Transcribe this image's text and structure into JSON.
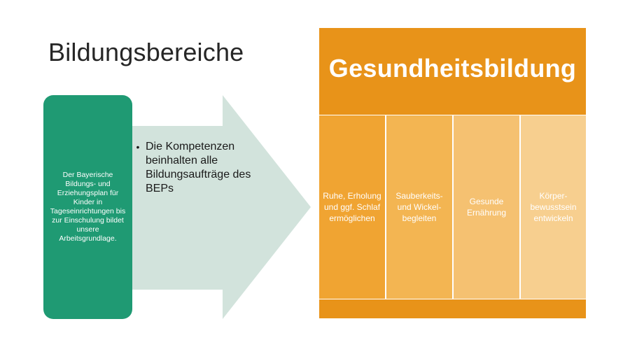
{
  "slide": {
    "title": "Bildungsbereiche",
    "green_box_text": "Der Bayerische Bildungs- und Erziehungsplan für Kinder in Tageseinrichtungen bis zur Einschulung bildet unsere Arbeitsgrundlage.",
    "bullet_text": "Die Kompetenzen beinhalten alle Bildungsaufträge des BEPs"
  },
  "panel": {
    "title": "Gesundheitsbildung",
    "columns": [
      "Ruhe, Erholung und ggf. Schlaf ermöglichen",
      "Sauberkeits- und Wickel-begleiten",
      "Gesunde Ernährung",
      "Körper-bewusstsein entwickeln"
    ]
  },
  "colors": {
    "green": "#1f9a73",
    "arrow": "#d2e3dc",
    "orange_dark": "#e89319",
    "orange_1": "#f0a432",
    "orange_2": "#f3b552",
    "orange_3": "#f5c171",
    "orange_4": "#f7cf8f"
  }
}
